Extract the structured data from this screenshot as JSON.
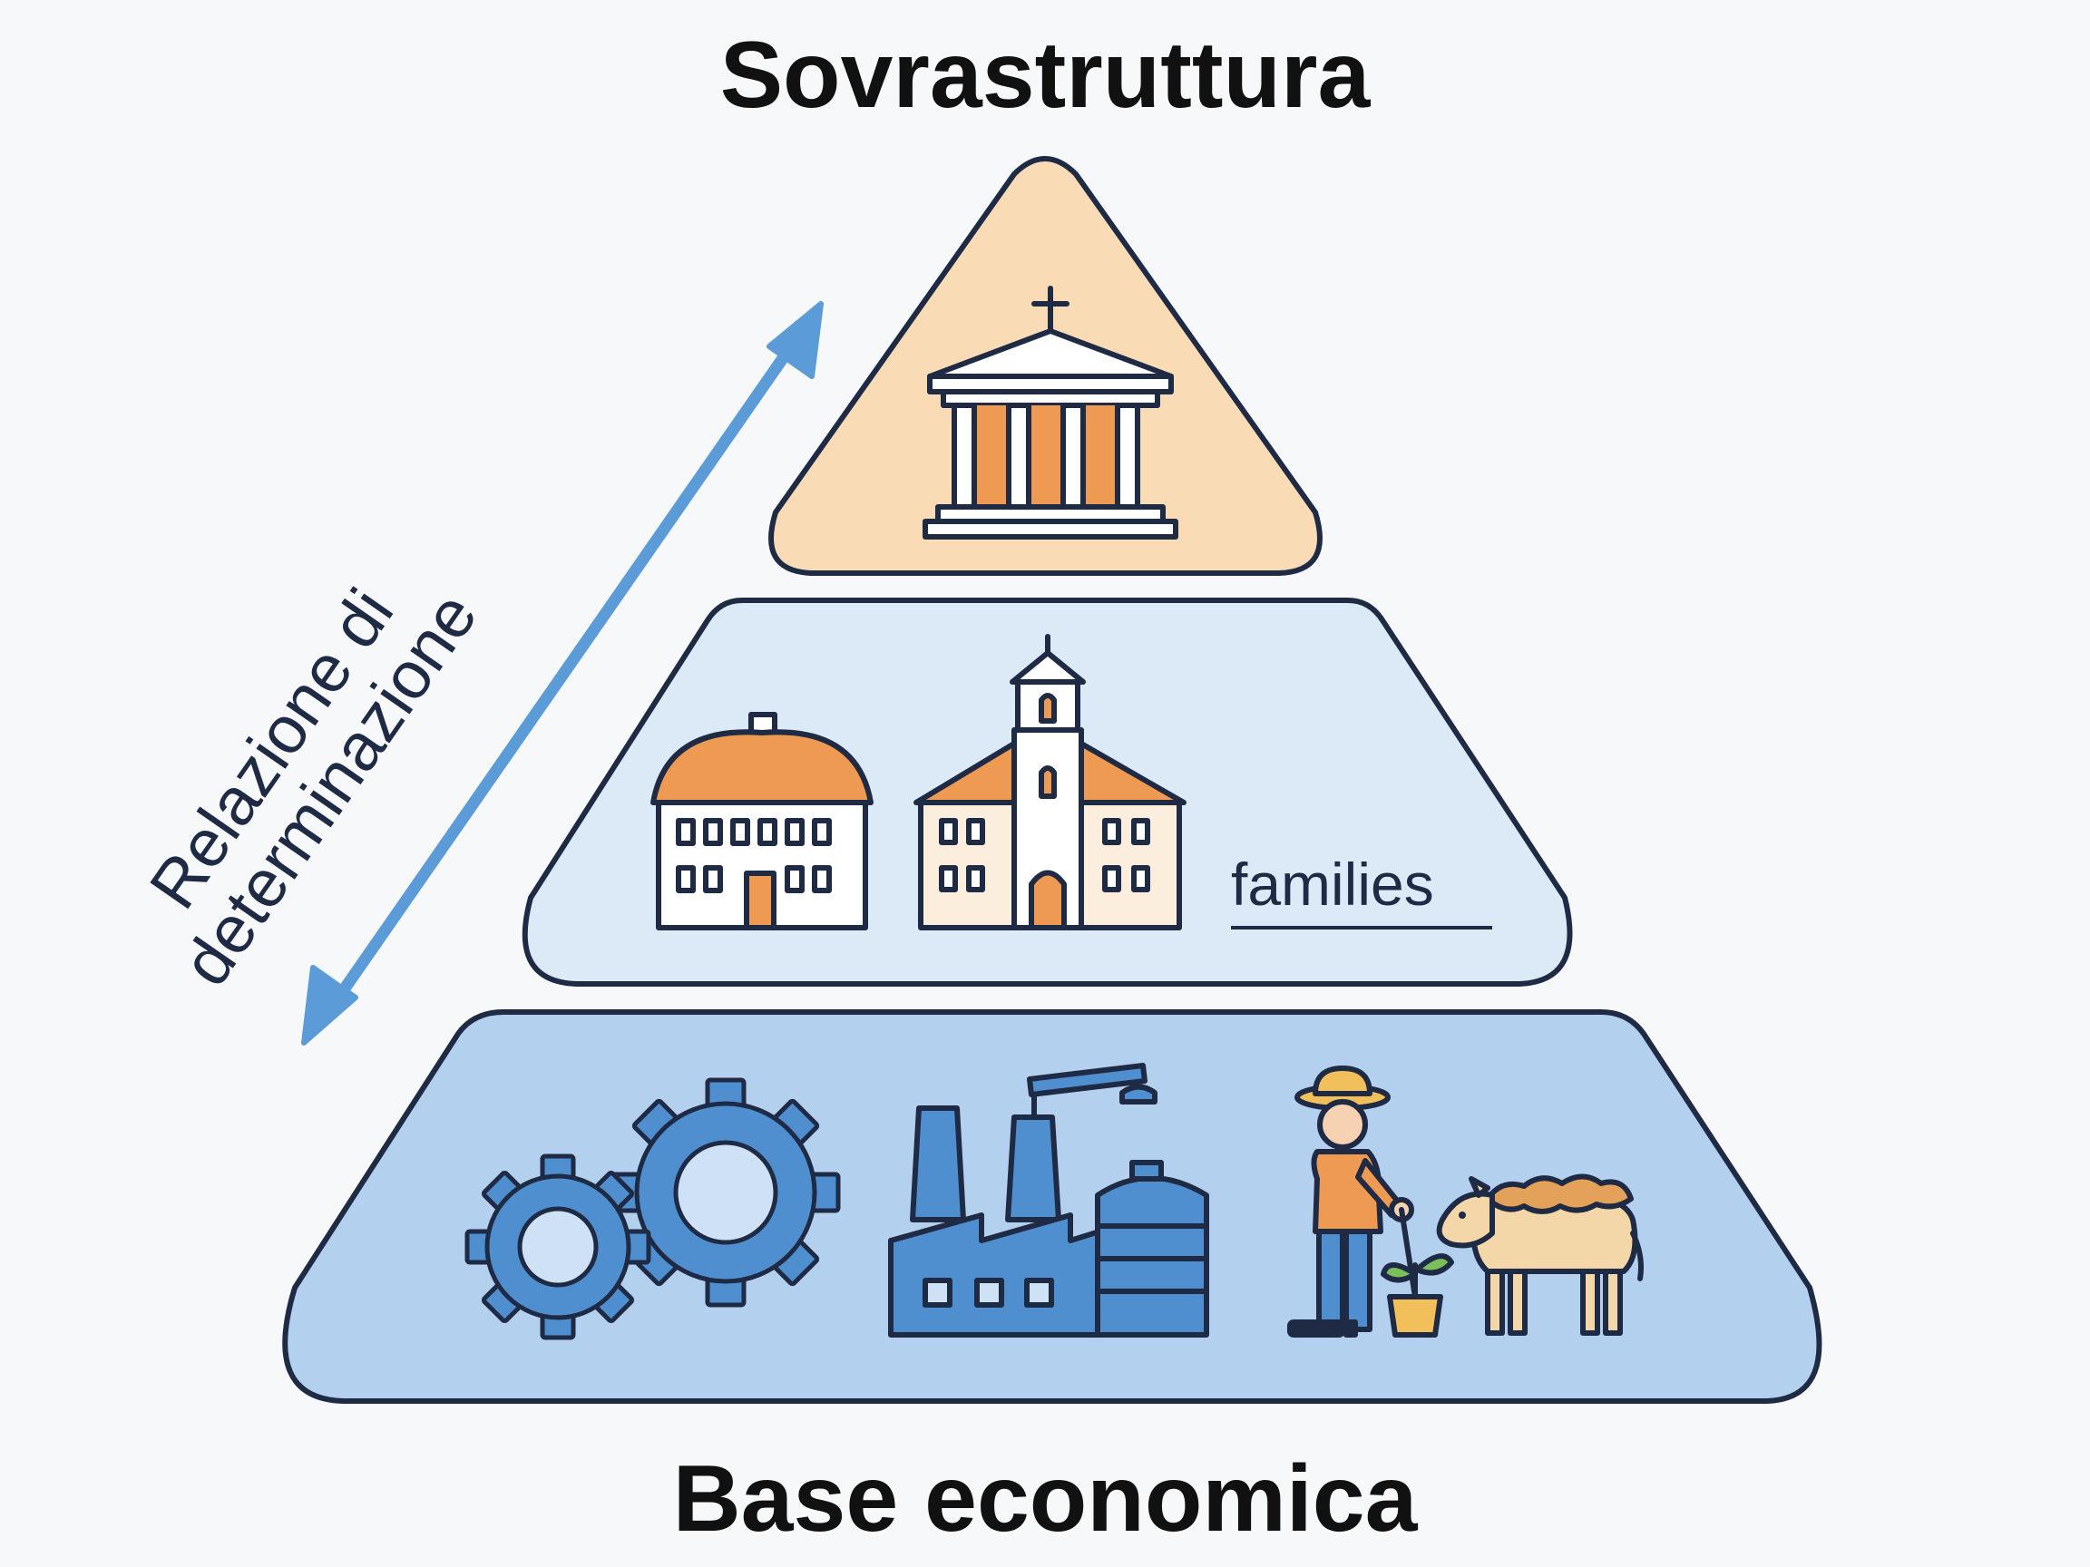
{
  "diagram": {
    "title_top": "Sovrastruttura",
    "title_bottom": "Base economica",
    "arrow_label_line1": "Relazione di",
    "arrow_label_line2": "determinazione",
    "middle_label": "families"
  },
  "icons": {
    "top_tier": [
      "temple-icon"
    ],
    "middle_tier": [
      "school-building-icon",
      "church-icon"
    ],
    "bottom_tier": [
      "gears-icon",
      "factory-icon",
      "farmer-icon",
      "plant-pot-icon",
      "sheep-icon"
    ]
  },
  "colors": {
    "background": "#f7f8fa",
    "top_tier_fill": "#f9dcb6",
    "middle_tier_fill": "#dce9f7",
    "bottom_tier_fill": "#b3d0ee",
    "accent_orange": "#ee9a52",
    "accent_blue": "#4f8fcf",
    "arrow_blue": "#5b9bd8",
    "outline": "#1f2a44"
  }
}
